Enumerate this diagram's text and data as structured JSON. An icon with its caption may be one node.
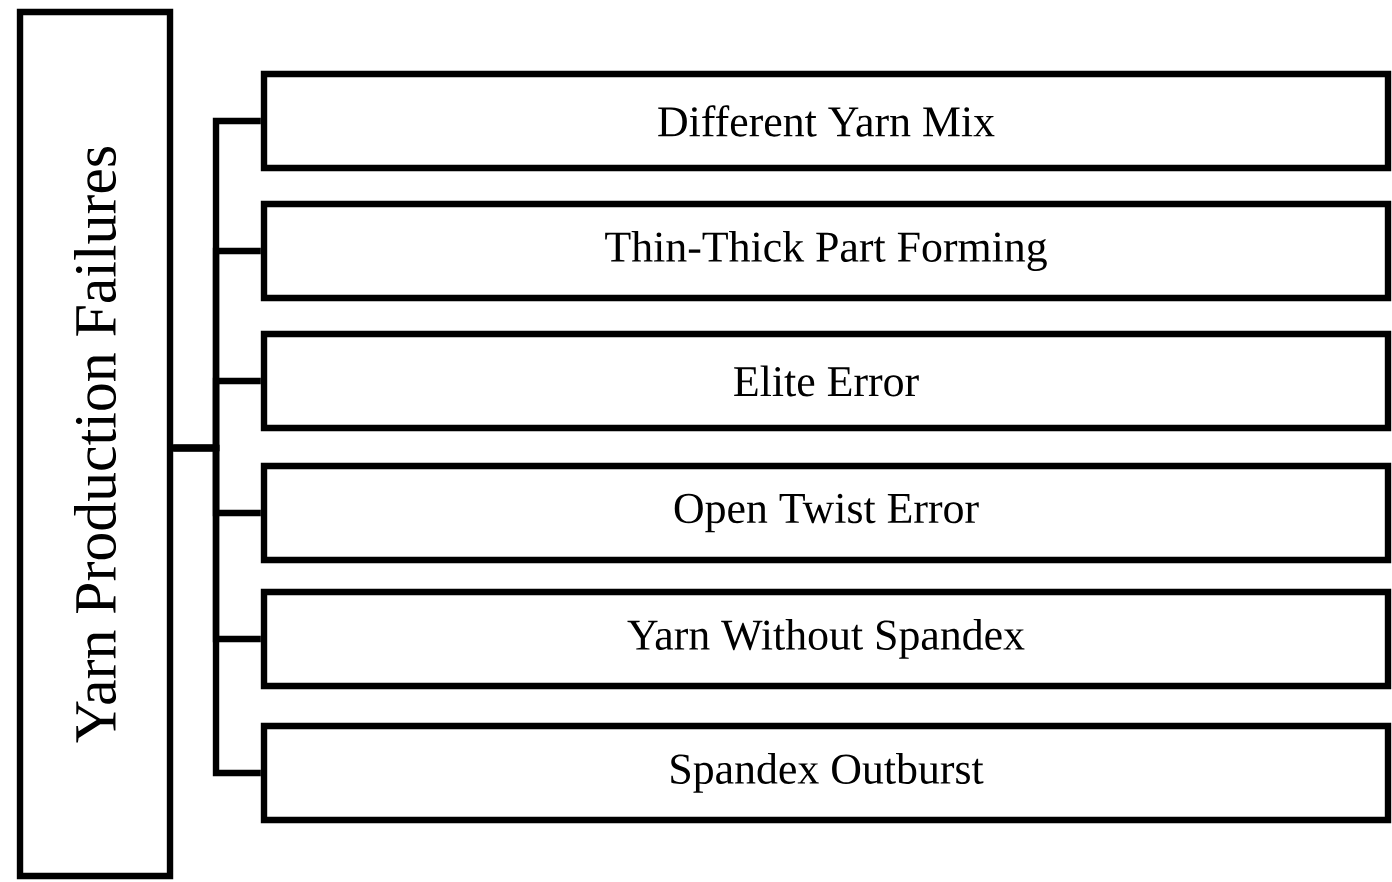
{
  "diagram": {
    "nodes": [
      {
        "text": [
          "Yarn Production Failures"
        ]
      },
      {
        "text": [
          "Different Yarn Mix"
        ]
      },
      {
        "text": [
          "Thin-Thick Part Forming"
        ]
      },
      {
        "text": [
          "Elite Error"
        ]
      },
      {
        "text": [
          "Open Twist Error"
        ]
      },
      {
        "text": [
          "Yarn Without Spandex"
        ]
      },
      {
        "text": [
          "Spandex Outburst"
        ]
      }
    ],
    "edges": [
      {
        "from": 0,
        "to": 1,
        "arrow": "none"
      },
      {
        "from": 0,
        "to": 2,
        "arrow": "none"
      },
      {
        "from": 0,
        "to": 3,
        "arrow": "none"
      },
      {
        "from": 0,
        "to": 4,
        "arrow": "none"
      },
      {
        "from": 0,
        "to": 5,
        "arrow": "none"
      },
      {
        "from": 0,
        "to": 6,
        "arrow": "none"
      }
    ]
  }
}
